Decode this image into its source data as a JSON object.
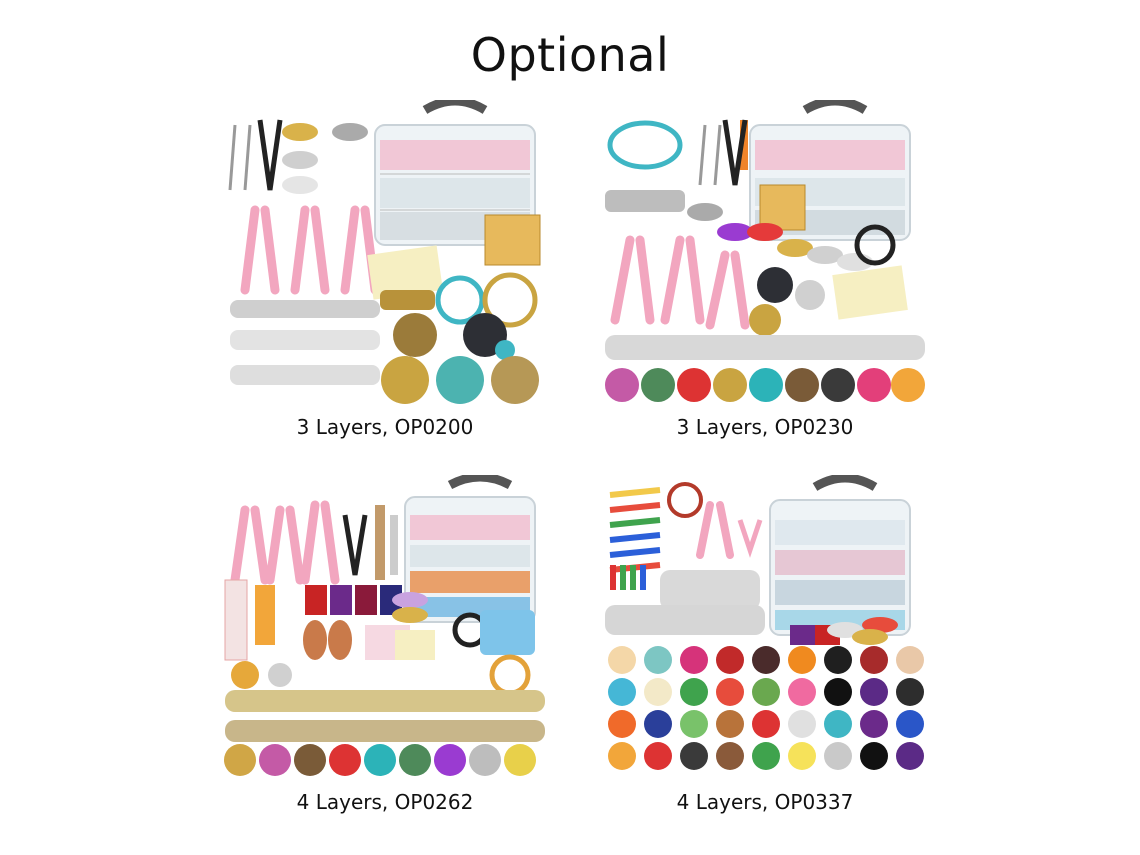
{
  "page": {
    "title": "Optional"
  },
  "kits": [
    {
      "caption": "3 Layers, OP0200"
    },
    {
      "caption": "3 Layers, OP0230"
    },
    {
      "caption": "4 Layers, OP0262"
    },
    {
      "caption": "4 Layers, OP0337"
    }
  ],
  "colors": {
    "box_handle": "#555555",
    "plier_handle": "#f2a6bf",
    "background": "#ffffff"
  }
}
